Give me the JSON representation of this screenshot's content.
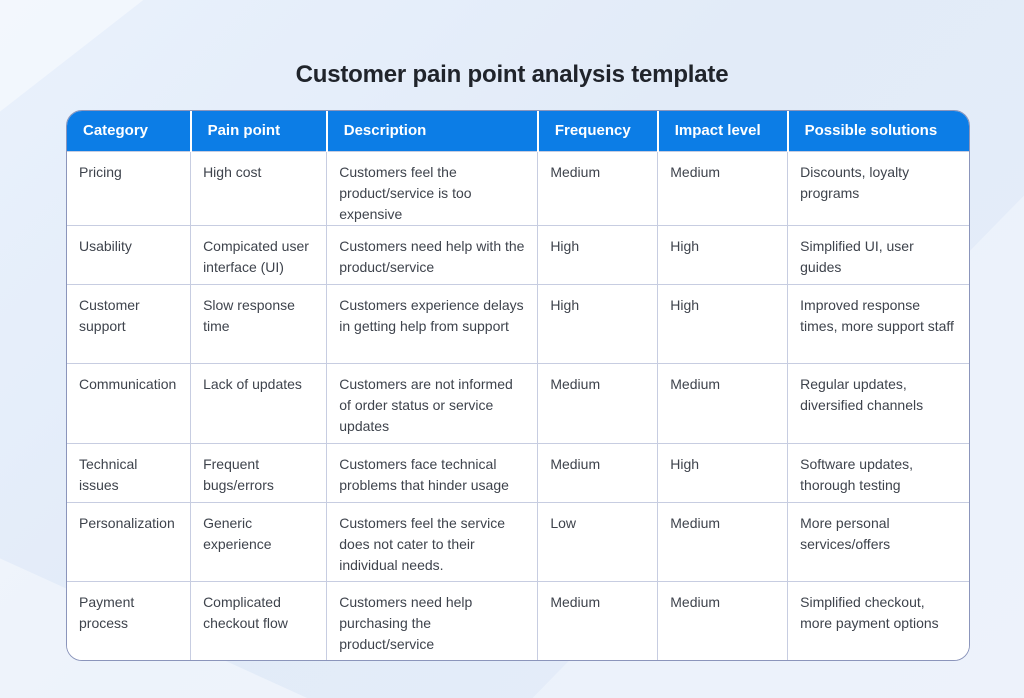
{
  "page": {
    "title": "Customer pain point analysis template"
  },
  "colors": {
    "page_background": "#e4edf9",
    "header_background": "#0c7de6",
    "header_text": "#ffffff",
    "table_outer_border": "#8b95bb",
    "cell_border": "#c7cde1",
    "body_text": "#3e434c",
    "title_text": "#20242b"
  },
  "chart_data": {
    "type": "table",
    "title": "Customer pain point analysis template",
    "columns": [
      "Category",
      "Pain point",
      "Description",
      "Frequency",
      "Impact level",
      "Possible solutions"
    ],
    "rows": [
      {
        "category": "Pricing",
        "pain_point": "High cost",
        "description": "Customers feel the product/service is too expensive",
        "frequency": "Medium",
        "impact_level": "Medium",
        "possible_solutions": "Discounts, loyalty programs"
      },
      {
        "category": "Usability",
        "pain_point": "Compicated user interface (UI)",
        "description": "Customers need help with the product/service",
        "frequency": "High",
        "impact_level": "High",
        "possible_solutions": "Simplified UI, user guides"
      },
      {
        "category": "Customer support",
        "pain_point": "Slow response time",
        "description": "Customers experience delays in getting help from support",
        "frequency": "High",
        "impact_level": "High",
        "possible_solutions": "Improved response times, more support staff"
      },
      {
        "category": "Communication",
        "pain_point": "Lack of updates",
        "description": "Customers are not informed of order status or service updates",
        "frequency": "Medium",
        "impact_level": "Medium",
        "possible_solutions": "Regular updates, diversified channels"
      },
      {
        "category": "Technical issues",
        "pain_point": "Frequent bugs/errors",
        "description": "Customers face technical problems that hinder usage",
        "frequency": "Medium",
        "impact_level": "High",
        "possible_solutions": "Software updates, thorough testing"
      },
      {
        "category": "Personalization",
        "pain_point": "Generic experience",
        "description": "Customers feel the service does not cater to their individual needs.",
        "frequency": "Low",
        "impact_level": "Medium",
        "possible_solutions": "More personal services/offers"
      },
      {
        "category": "Payment process",
        "pain_point": "Complicated checkout flow",
        "description": "Customers need help purchasing the product/service",
        "frequency": "Medium",
        "impact_level": "Medium",
        "possible_solutions": "Simplified checkout, more payment options"
      }
    ]
  }
}
